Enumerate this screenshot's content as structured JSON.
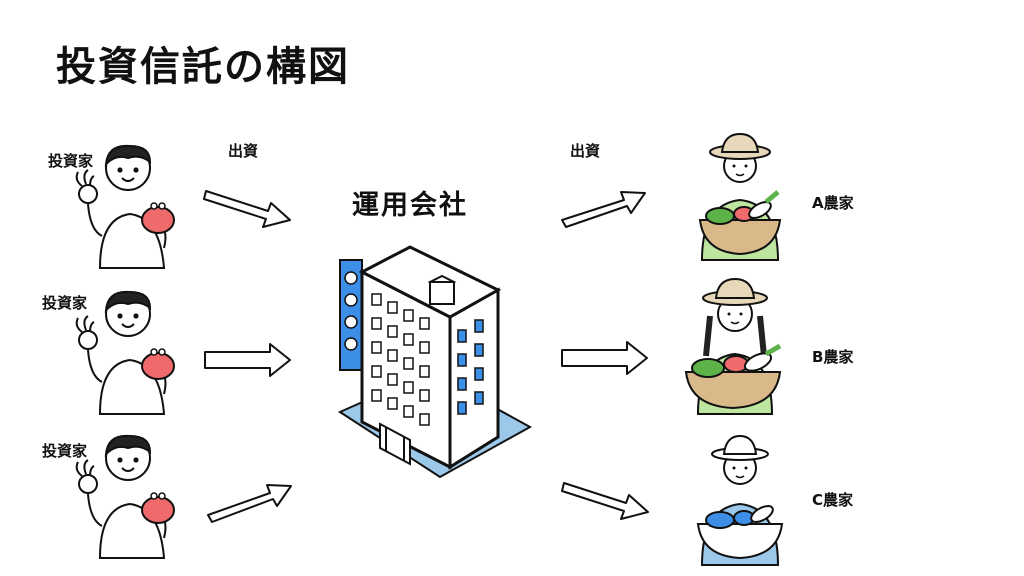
{
  "title": "投資信託の構図",
  "investors": [
    {
      "label": "投資家"
    },
    {
      "label": "投資家"
    },
    {
      "label": "投資家"
    }
  ],
  "flow_labels": {
    "left": "出資",
    "right": "出資"
  },
  "company": {
    "label": "運用会社"
  },
  "farmers": [
    {
      "label": "A農家",
      "shirt_color": "#bfe6a0"
    },
    {
      "label": "B農家",
      "shirt_color": "#bfe6a0"
    },
    {
      "label": "C農家",
      "shirt_color": "#9cc8ea"
    }
  ],
  "colors": {
    "wallet": "#ef6a6a",
    "building_accent": "#3d8ee6",
    "hat": "#e6d8b8",
    "basket": "#d9b88a",
    "vegetable_green": "#5db34a"
  }
}
